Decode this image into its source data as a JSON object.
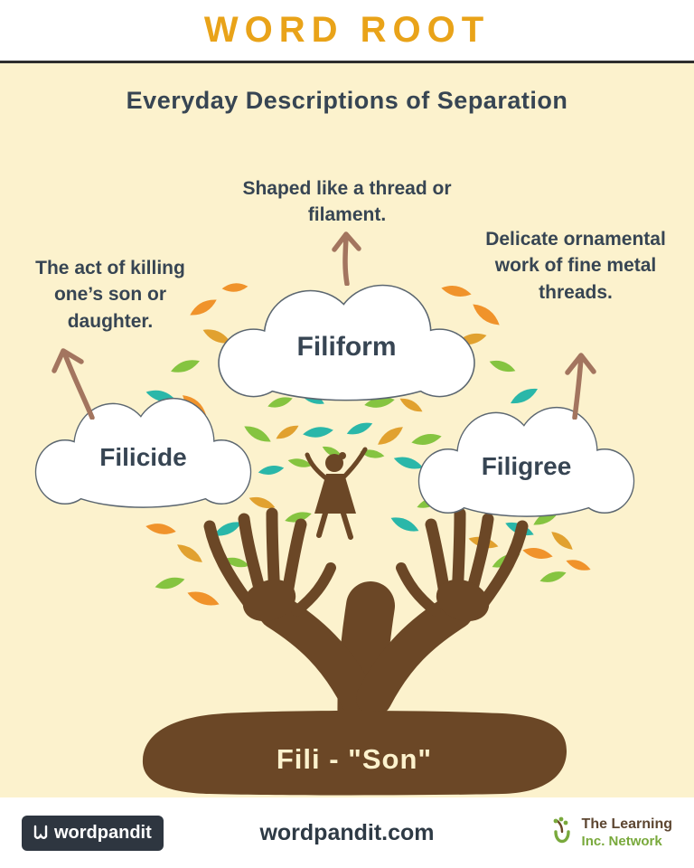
{
  "header": {
    "title": "WORD ROOT"
  },
  "subtitle": "Everyday Descriptions of Separation",
  "clouds": {
    "filiform": {
      "label": "Filiform",
      "description": "Shaped like a thread or filament."
    },
    "filicide": {
      "label": "Filicide",
      "description": "The act of killing one’s son or daughter."
    },
    "filigree": {
      "label": "Filigree",
      "description": "Delicate ornamental work of fine metal threads."
    }
  },
  "root": {
    "label": "Fili - \"Son\""
  },
  "footer": {
    "logo_text": "wordpandit",
    "site": "wordpandit.com",
    "network_line1": "The Learning",
    "network_line2": "Inc. Network"
  },
  "colors": {
    "background": "#fcf2cd",
    "accent_gold": "#e9a319",
    "text_dark": "#374553",
    "arrow": "#a3755f",
    "tree_brown": "#6b4726",
    "leaf_orange": "#f0932b",
    "leaf_amber": "#e1a12f",
    "leaf_teal": "#2ab7a9",
    "leaf_green": "#85c440",
    "badge_bg": "#2e3640",
    "network_green": "#79a93c",
    "network_brown": "#5d4631"
  }
}
